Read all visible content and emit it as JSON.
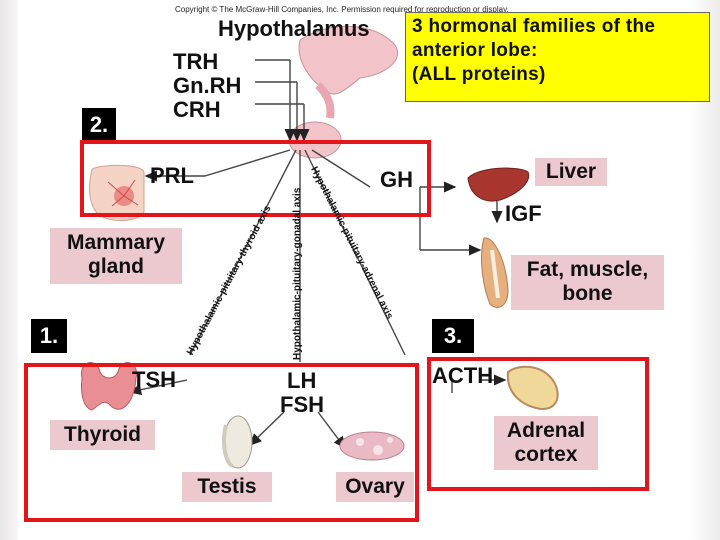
{
  "copyright": "Copyright © The McGraw-Hill Companies, Inc. Permission required for reproduction or display.",
  "title": "Hypothalamus",
  "releasing_hormones": [
    "TRH",
    "Gn.RH",
    "CRH"
  ],
  "callout": {
    "line1": "3 hormonal families of the",
    "line2": "anterior lobe:",
    "line3": "(ALL proteins)"
  },
  "group_labels": {
    "g2": "2.",
    "g1": "1.",
    "g3": "3."
  },
  "hormones": {
    "prl": "PRL",
    "gh": "GH",
    "igf": "IGF",
    "tsh": "TSH",
    "lh": "LH",
    "fsh": "FSH",
    "acth": "ACTH"
  },
  "axes": {
    "thyroid": "Hypothalamic-pituitary-thyroid axis",
    "gonadal": "Hypothalamic-pituitary-gonadal axis",
    "adrenal": "Hypothalamic-pituitary-adrenal axis"
  },
  "targets": {
    "liver": "Liver",
    "mammary_1": "Mammary",
    "mammary_2": "gland",
    "fat_1": "Fat, muscle,",
    "fat_2": "bone",
    "thyroid": "Thyroid",
    "testis": "Testis",
    "ovary": "Ovary",
    "adrenal_1": "Adrenal",
    "adrenal_2": "cortex"
  },
  "colors": {
    "highlight": "#e3151a",
    "callout": "#ffff00",
    "target_box": "#ecc9cf"
  }
}
